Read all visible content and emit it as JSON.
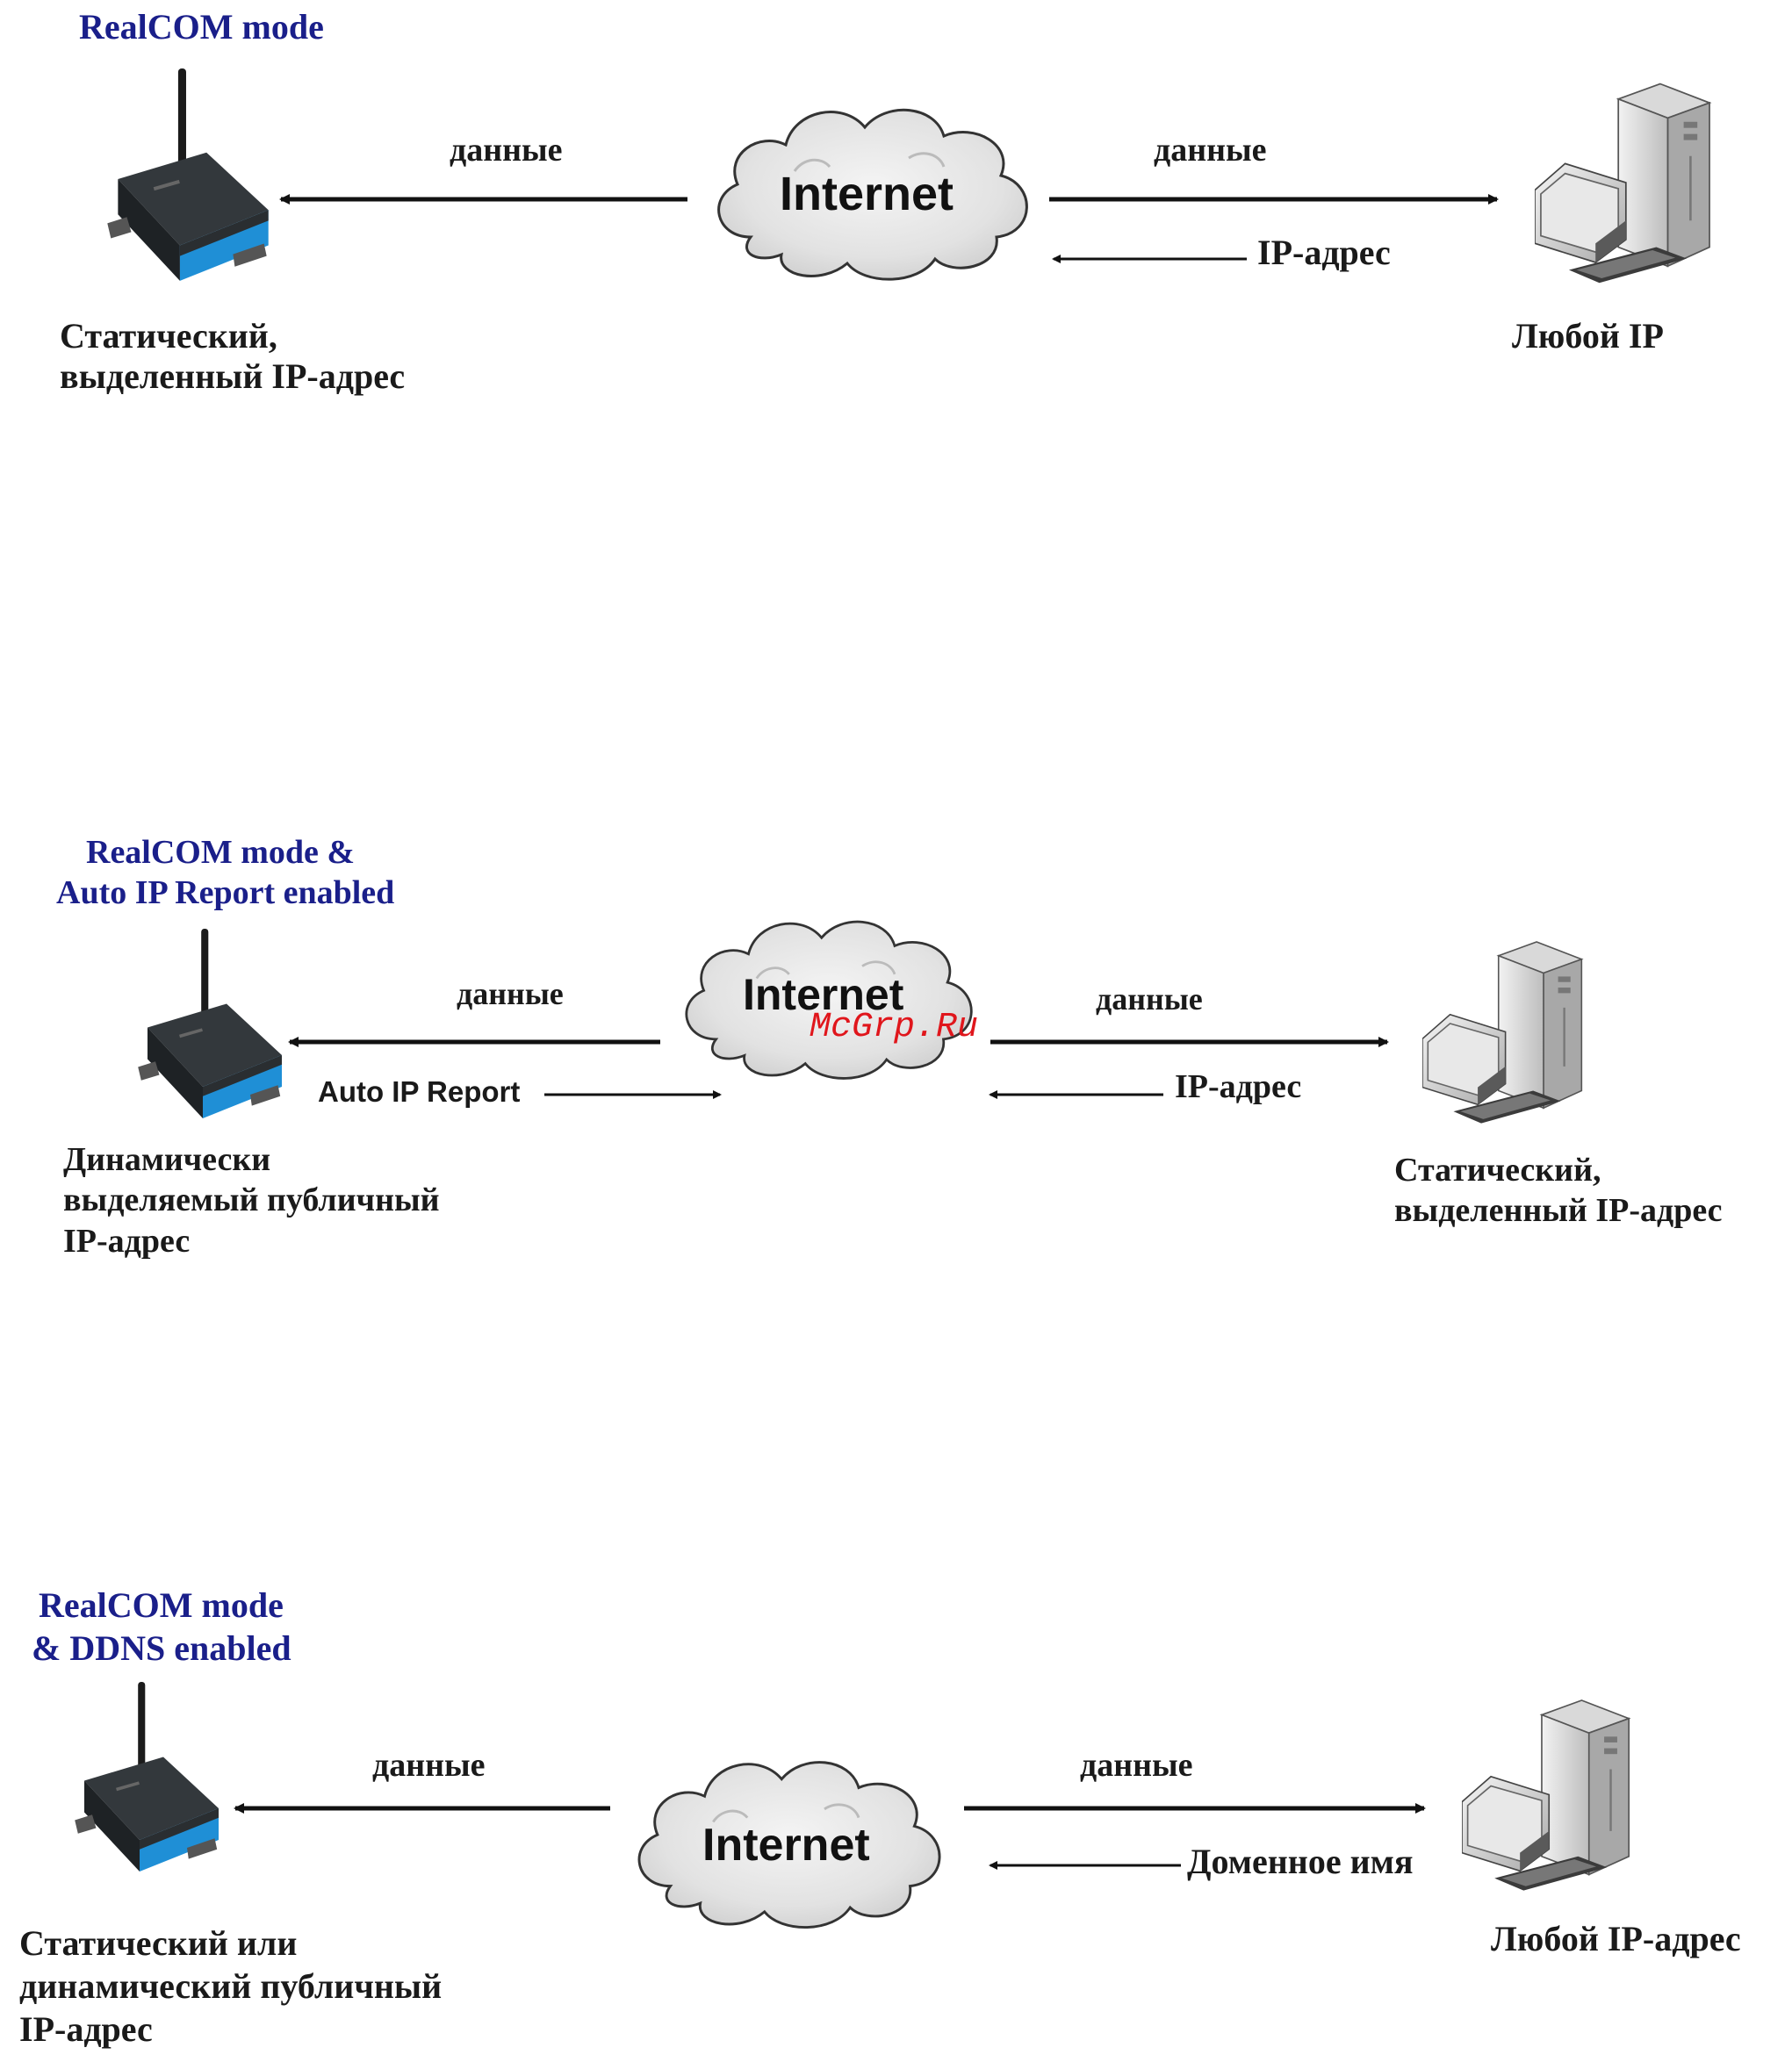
{
  "diagrams": [
    {
      "mode_title_lines": [
        "RealCOM mode"
      ],
      "cloud_label": "Internet",
      "left_arrow_label": "данные",
      "right_arrow_label": "данные",
      "return_arrow_label": "IP-адрес",
      "device_caption_lines": [
        "Статический,",
        "выделенный IP-адрес"
      ],
      "pc_caption_lines": [
        "Любой IP"
      ]
    },
    {
      "mode_title_lines": [
        "RealCOM mode &",
        "Auto IP Report enabled"
      ],
      "cloud_label": "Internet",
      "left_arrow_label": "данные",
      "right_arrow_label": "данные",
      "report_arrow_label": "Auto IP Report",
      "return_arrow_label": "IP-адрес",
      "device_caption_lines": [
        "Динамически",
        "выделяемый публичный",
        "IP-адрес"
      ],
      "pc_caption_lines": [
        "Статический,",
        "выделенный IP-адрес"
      ]
    },
    {
      "mode_title_lines": [
        "RealCOM mode",
        "& DDNS enabled"
      ],
      "cloud_label": "Internet",
      "left_arrow_label": "данные",
      "right_arrow_label": "данные",
      "return_arrow_label": "Доменное имя",
      "device_caption_lines": [
        "Статический или",
        "динамический публичный",
        "IP-адрес"
      ],
      "pc_caption_lines": [
        "Любой IP-адрес"
      ]
    }
  ],
  "watermark": "McGrp.Ru",
  "colors": {
    "title_blue": "#1a1f8a",
    "device_body": "#2b2f33",
    "device_blue": "#1f8fd6",
    "cloud_fill": "#e6e6e6",
    "watermark_red": "#e0161c"
  },
  "icons": [
    "serial-device-server-icon",
    "cloud-icon",
    "computer-icon"
  ]
}
